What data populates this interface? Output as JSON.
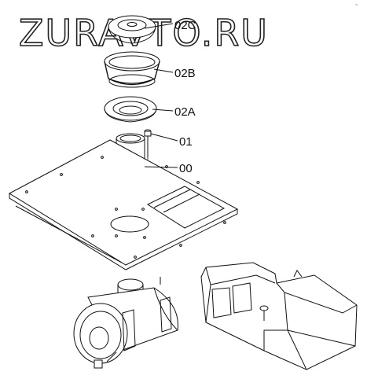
{
  "watermark": {
    "text": "ZURAVTO.RU"
  },
  "corner_mark": "~",
  "callouts": [
    {
      "id": "02c",
      "label": "02C"
    },
    {
      "id": "02b",
      "label": "02B"
    },
    {
      "id": "02a",
      "label": "02A"
    },
    {
      "id": "01",
      "label": "01"
    },
    {
      "id": "00",
      "label": "00"
    }
  ]
}
